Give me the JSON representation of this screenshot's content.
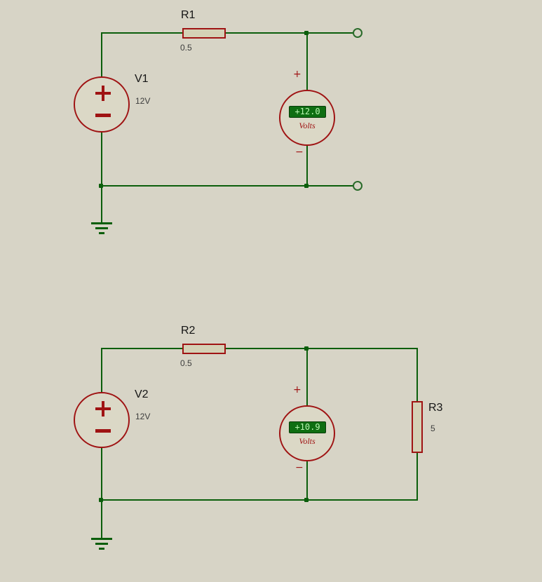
{
  "app": {
    "title": "Circuit schematic with two DC circuits and voltmeters",
    "background": "#d7d4c6"
  },
  "colors": {
    "wire": "#0b5e0b",
    "component_outline": "#9f1313",
    "component_fill": "#dbd8c6",
    "resistor_fill": "#d4d1b6",
    "display_background": "#0f6e12",
    "display_text": "#b8f5b0",
    "reference_text": "#141414",
    "value_text": "#3d3d3d"
  },
  "circuit1": {
    "r1": {
      "ref": "R1",
      "value": "0.5"
    },
    "v1": {
      "ref": "V1",
      "value": "12V"
    },
    "meter": {
      "reading": "+12.0",
      "unit": "Volts",
      "plus": "+",
      "minus": "−"
    }
  },
  "circuit2": {
    "r2": {
      "ref": "R2",
      "value": "0.5"
    },
    "v2": {
      "ref": "V2",
      "value": "12V"
    },
    "meter": {
      "reading": "+10.9",
      "unit": "Volts",
      "plus": "+",
      "minus": "−"
    },
    "r3": {
      "ref": "R3",
      "value": "5"
    }
  }
}
